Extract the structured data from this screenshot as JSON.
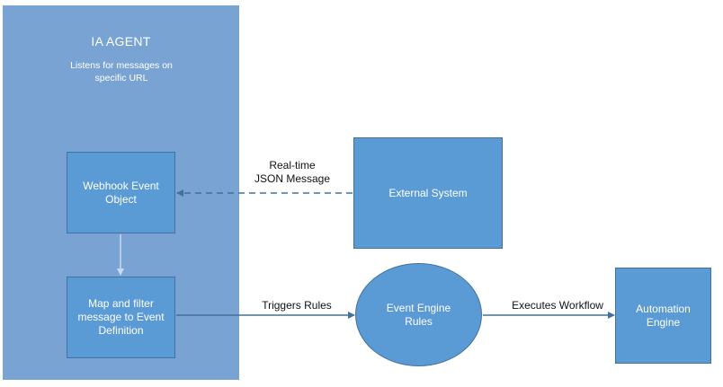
{
  "agent": {
    "title": "IA AGENT",
    "subtitle": "Listens for messages on specific URL"
  },
  "nodes": {
    "webhook": "Webhook Event Object",
    "map_filter": "Map and filter message to Event Definition",
    "external_system": "External System",
    "event_engine": "Event Engine Rules",
    "automation_engine": "Automation Engine"
  },
  "edges": {
    "realtime_line1": "Real-time",
    "realtime_line2": "JSON Message",
    "triggers": "Triggers Rules",
    "executes": "Executes Workflow"
  },
  "colors": {
    "panel": "#79a3d3",
    "node_fill": "#5b9bd5",
    "node_border": "#41719c",
    "arrow": "#41719c",
    "internal_arrow": "#c9d9ee"
  }
}
